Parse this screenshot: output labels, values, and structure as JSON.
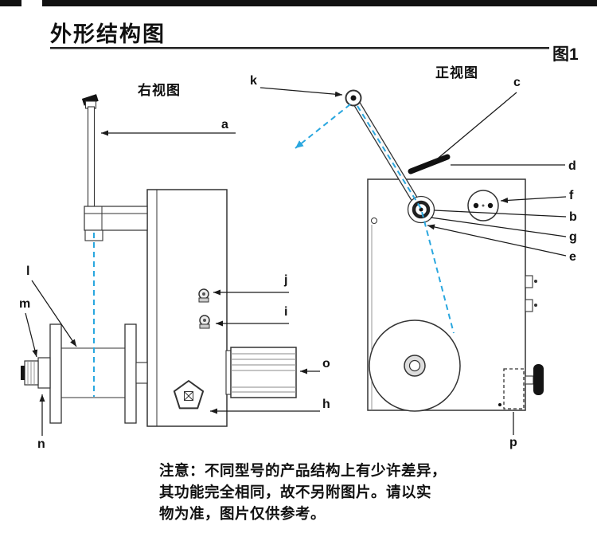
{
  "title": "外形结构图",
  "figure_label": "图1",
  "views": {
    "right": "右视图",
    "front": "正视图"
  },
  "labels": {
    "a": "a",
    "b": "b",
    "c": "c",
    "d": "d",
    "e": "e",
    "f": "f",
    "g": "g",
    "h": "h",
    "i": "i",
    "j": "j",
    "k": "k",
    "l": "l",
    "m": "m",
    "n": "n",
    "o": "o",
    "p": "p"
  },
  "note": {
    "line1": "注意：不同型号的产品结构上有少许差异，",
    "line2": "其功能完全相同，故不另附图片。请以实",
    "line3": "物为准，图片仅供参考。"
  },
  "colors": {
    "thread_path": "#2aa7df",
    "ink": "#1a1a1a"
  }
}
